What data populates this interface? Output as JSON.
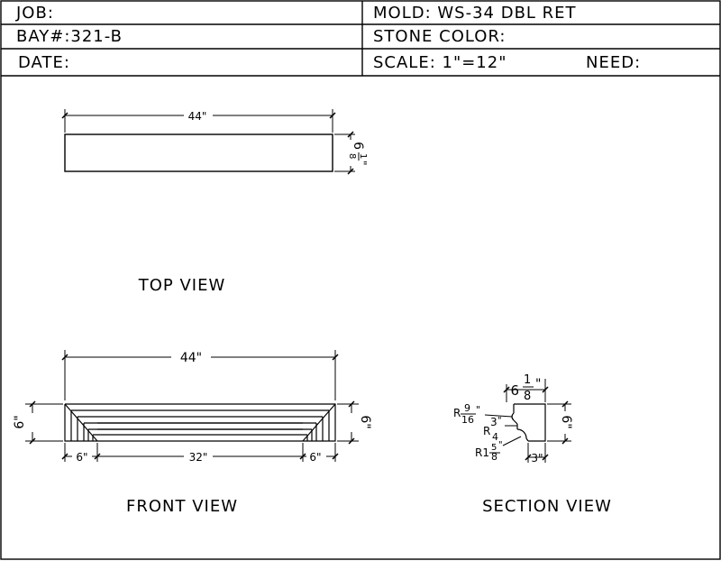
{
  "title_block": {
    "job_label": "JOB:",
    "bay_label": "BAY#:321-B",
    "date_label": "DATE:",
    "mold_label": "MOLD: WS-34 DBL RET",
    "stone_color_label": "STONE COLOR:",
    "scale_label": "SCALE: 1\"=12\"",
    "need_label": "NEED:"
  },
  "top_view": {
    "caption": "TOP VIEW",
    "length": "44\"",
    "depth_whole": "6",
    "depth_num": "1",
    "depth_den": "8",
    "depth_inch": "\""
  },
  "front_view": {
    "caption": "FRONT VIEW",
    "length": "44\"",
    "height_left": "6\"",
    "height_right": "6\"",
    "return_left": "6\"",
    "center": "32\"",
    "return_right": "6\""
  },
  "section_view": {
    "caption": "SECTION VIEW",
    "width_whole": "6",
    "width_num": "1",
    "width_den": "8",
    "width_inch": "\"",
    "height": "6\"",
    "bottom": "3\"",
    "r1_prefix": "R",
    "r1_num": "9",
    "r1_den": "16",
    "r1_inch": "\"",
    "r2_num": "3",
    "r2_inch": "\"",
    "r2_prefix": "R",
    "r2_den": "4",
    "r3_prefix": "R1",
    "r3_num": "5",
    "r3_den": "8",
    "r3_inch": "\""
  }
}
